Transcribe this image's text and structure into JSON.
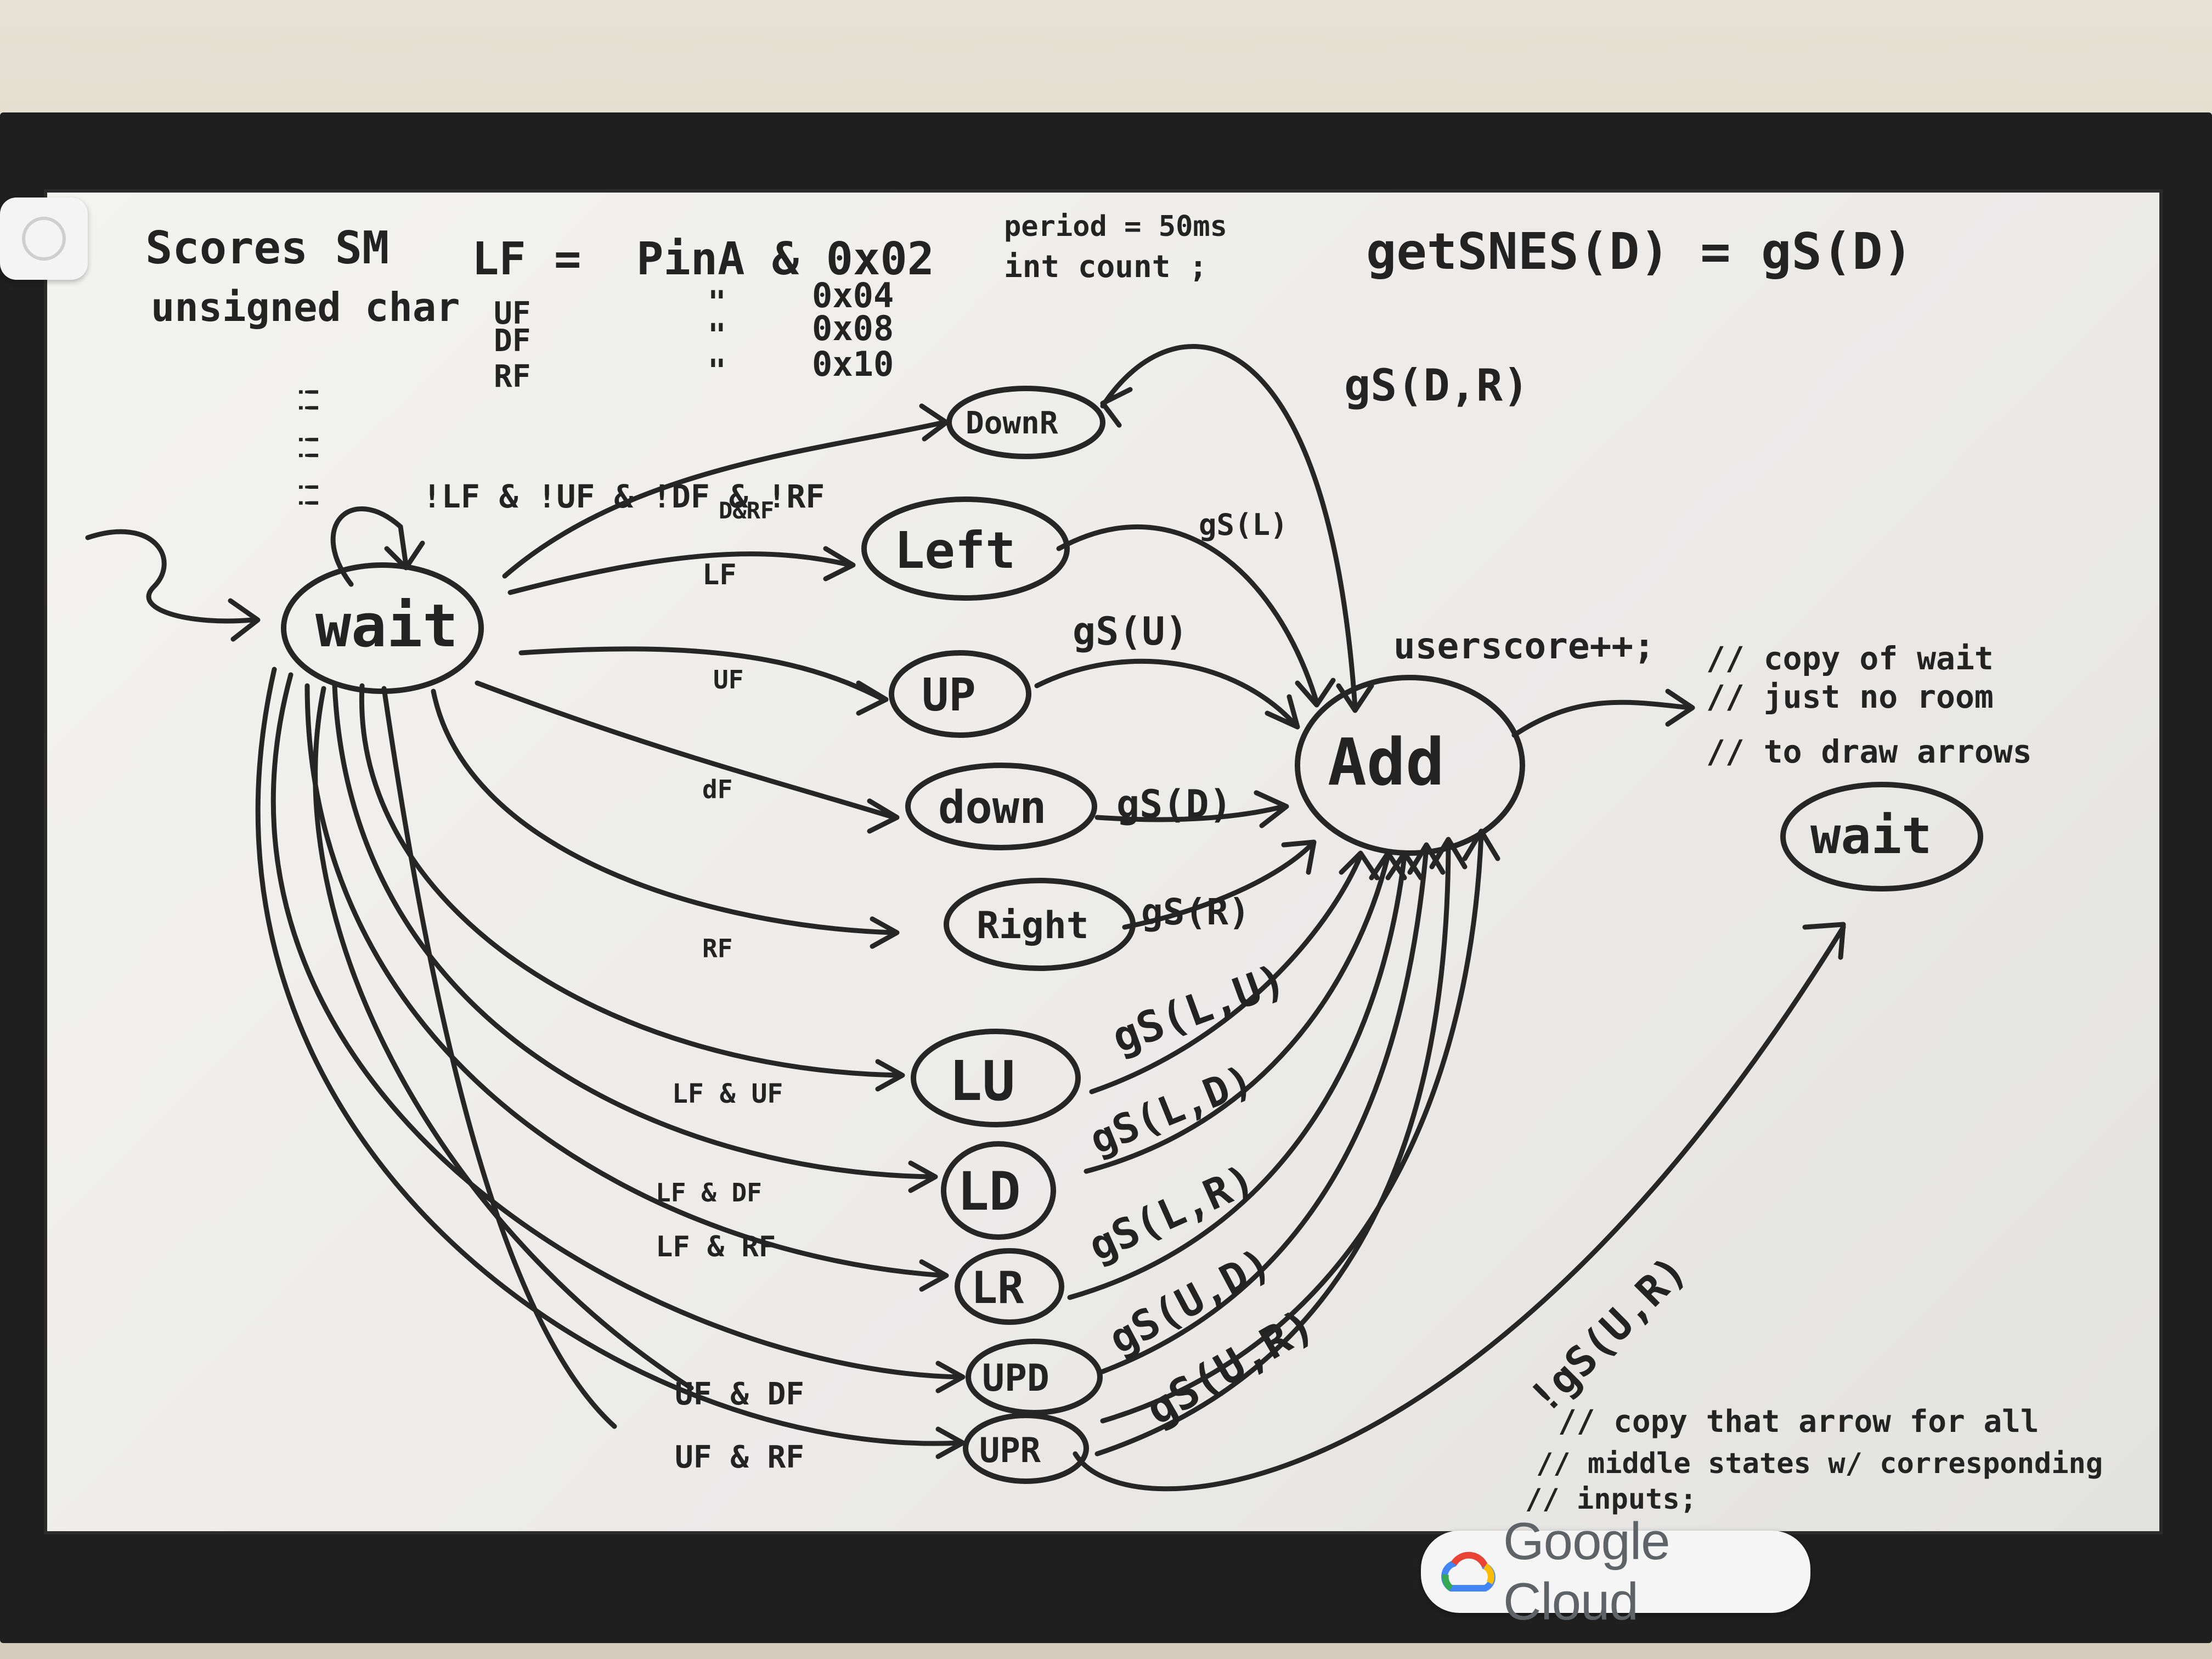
{
  "header": {
    "line1": "Scores SM",
    "line2": "unsigned char",
    "bang_column": "!! !! !!",
    "defs": [
      {
        "name": "LF",
        "eq": "=",
        "expr": "PinA & 0x02"
      },
      {
        "name": "UF",
        "eq": "\"",
        "expr": "0x04"
      },
      {
        "name": "DF",
        "eq": "\"",
        "expr": "0x08"
      },
      {
        "name": "RF",
        "eq": "\"",
        "expr": "0x10"
      }
    ],
    "period": "period = 50ms",
    "int_count": "int count ;",
    "getsnes": "getSNES(D) = gS(D)"
  },
  "states": {
    "wait": "wait",
    "downR": "DownR",
    "left": "Left",
    "up": "UP",
    "down": "down",
    "right": "Right",
    "lu": "LU",
    "ld": "LD",
    "lr": "LR",
    "upd": "UPD",
    "upr": "UPR",
    "add": "Add",
    "wait_copy": "wait"
  },
  "edge_labels": {
    "self_loop": "!LF & !UF & !DF & !RF",
    "to_downR": "D&RF",
    "to_left": "LF",
    "to_up": "UF",
    "to_down": "dF",
    "to_right": "RF",
    "to_lu": "LF & UF",
    "to_ld": "LF & DF",
    "to_lr": "LF & RF",
    "to_upd": "UF & DF",
    "to_upr": "UF & RF",
    "downR_add": "gS(D,R)",
    "left_add": "gS(L)",
    "up_add": "gS(U)",
    "down_add": "gS(D)",
    "right_add": "gS(R)",
    "lu_add": "gS(L,U)",
    "ld_add": "gS(L,D)",
    "lr_add": "gS(L,R)",
    "upd_add": "gS(U,D)",
    "upr_add": "gS(U,R)",
    "add_action": "userscore++;",
    "upr_wait": "!gS(U,R)"
  },
  "notes": {
    "copy_of_wait": [
      "// copy of wait",
      "// just no room",
      "// to draw arrows"
    ],
    "copy_arrow": [
      "// copy that arrow for all",
      "// middle states w/ corresponding",
      "// inputs;"
    ]
  },
  "badge": {
    "label": "Google Cloud"
  },
  "colors": {
    "ink": "#262626",
    "board": "#efefed",
    "frame": "#1f1f1f",
    "wall": "#e2dccd"
  }
}
